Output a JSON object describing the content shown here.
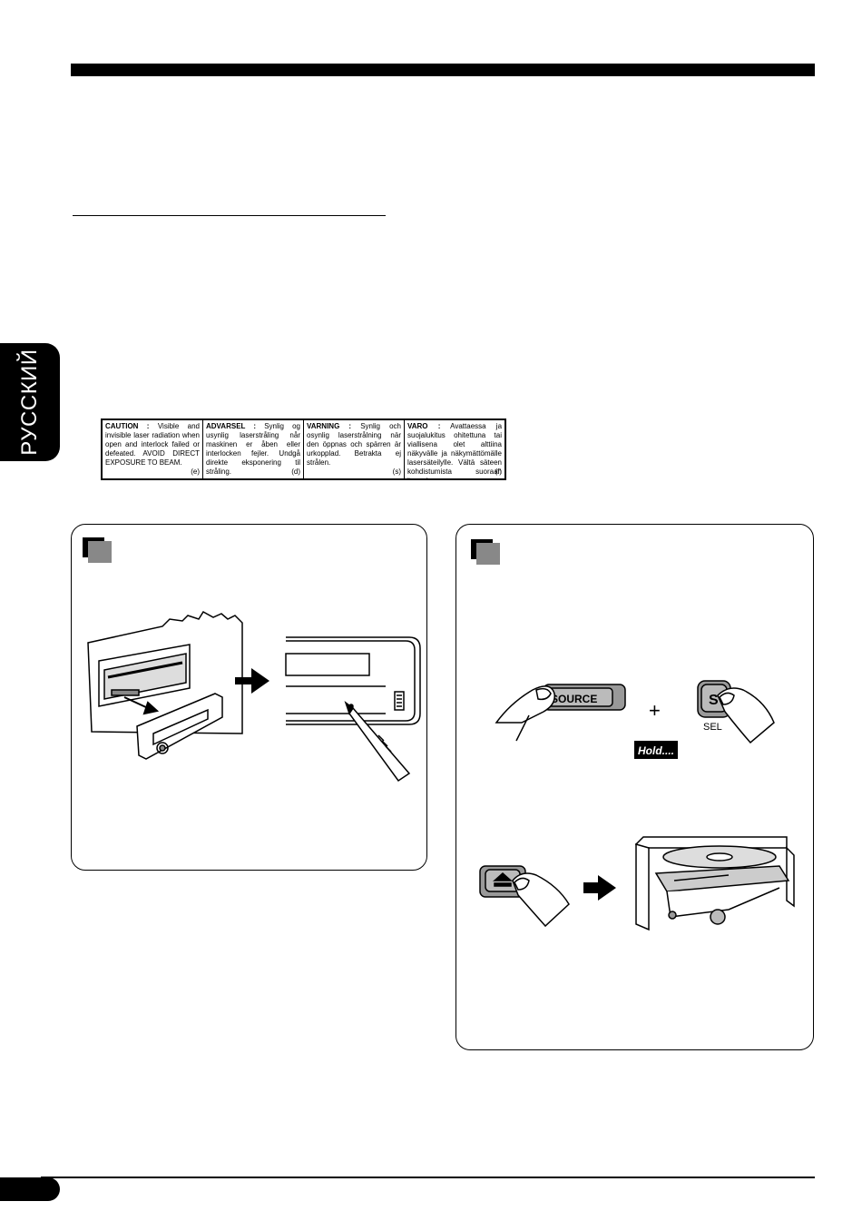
{
  "sidebar": {
    "language_label": "РУССКИЙ"
  },
  "caution_label": {
    "cells": [
      {
        "heading": "CAUTION :",
        "text": "Visible and invisible laser radiation when open and interlock failed or defeated. AVOID DIRECT EXPOSURE TO BEAM.",
        "code": "(e)"
      },
      {
        "heading": "ADVARSEL :",
        "text": "Synlig og usynlig laserstråling når maskinen er åben eller interlocken fejler. Undgå direkte eksponering til stråling.",
        "code": "(d)"
      },
      {
        "heading": "VARNING :",
        "text": "Synlig och osynlig laserstrålning när den öppnas och spärren är urkopplad. Betrakta ej strålen.",
        "code": "(s)"
      },
      {
        "heading": "VARO :",
        "text": "Avattaessa ja suojalukitus ohitettuna tai viallisena olet alttiina näkyvälle ja näkymättömälle lasersäteilylle. Vältä säteen kohdistumista suoraan itseesi.",
        "code": "(f)"
      }
    ]
  },
  "panel_right": {
    "source_button_label": "SOURCE",
    "plus_sign": "+",
    "s_button_label": "S",
    "sel_label": "SEL",
    "hold_label": "Hold...."
  },
  "colors": {
    "ink": "#000000",
    "panel_icon_gray": "#888888"
  }
}
